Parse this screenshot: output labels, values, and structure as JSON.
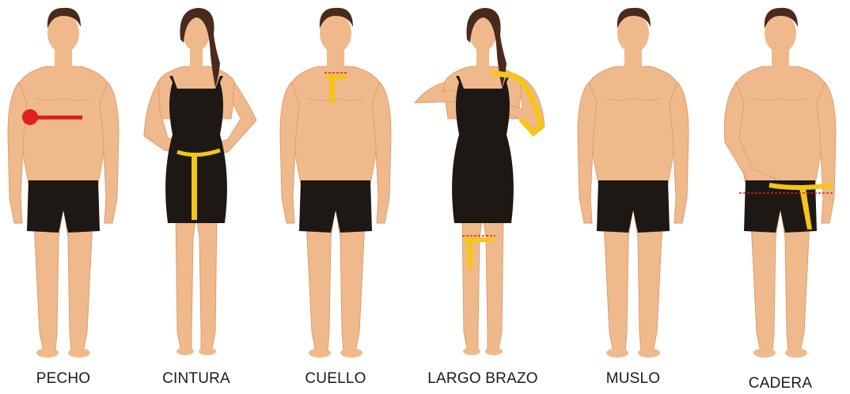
{
  "colors": {
    "skin": "#f0b98c",
    "skin_shadow": "#dc9f72",
    "hair": "#4a2a1c",
    "garment": "#1d1814",
    "tape_yellow": "#f5c518",
    "marker_red": "#e02020"
  },
  "figures": [
    {
      "id": "pecho",
      "label": "PECHO",
      "kind": "male",
      "measure": "chest",
      "marker_color": "marker_red"
    },
    {
      "id": "cintura",
      "label": "CINTURA",
      "kind": "female",
      "measure": "waist",
      "marker_color": "tape_yellow"
    },
    {
      "id": "cuello",
      "label": "CUELLO",
      "kind": "male",
      "measure": "neck",
      "marker_color": "tape_yellow"
    },
    {
      "id": "largo-brazo",
      "label": "LARGO BRAZO",
      "kind": "female",
      "measure": "arm-length",
      "marker_color": "tape_yellow"
    },
    {
      "id": "muslo",
      "label": "MUSLO",
      "kind": "male",
      "measure": "none",
      "marker_color": "tape_yellow"
    },
    {
      "id": "cadera",
      "label": "CADERA",
      "kind": "male",
      "measure": "hip",
      "marker_color": "tape_yellow"
    }
  ]
}
